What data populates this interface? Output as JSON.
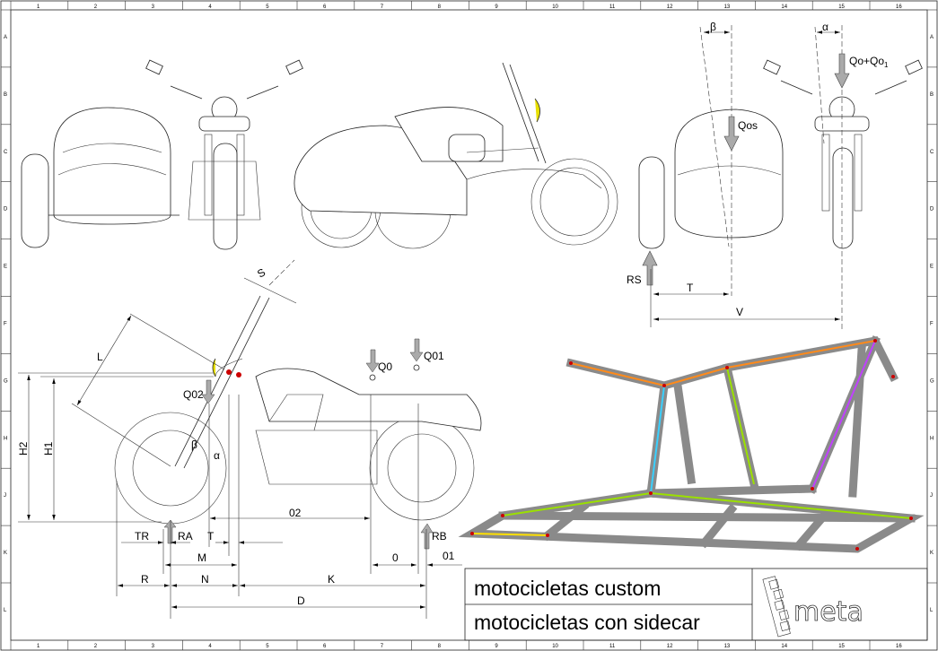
{
  "title_block": {
    "line1": "motocicletas custom",
    "line2": "motocicletas con sidecar",
    "logo_text": "meta"
  },
  "grid": {
    "columns": [
      "1",
      "2",
      "3",
      "4",
      "5",
      "6",
      "7",
      "8",
      "9",
      "10",
      "11",
      "12",
      "13",
      "14",
      "15",
      "16"
    ],
    "rows": [
      "A",
      "B",
      "C",
      "D",
      "E",
      "F",
      "G",
      "H",
      "J",
      "K",
      "L"
    ]
  },
  "front_view_labels": {
    "beta": "β",
    "alpha": "α",
    "qo_qo1": "Qo+Qo",
    "qo_qo1_sub": "1",
    "qos": "Qos",
    "rs": "RS",
    "t": "T",
    "v": "V"
  },
  "side_view_labels": {
    "s": "S",
    "l": "L",
    "q0": "Q0",
    "q01": "Q01",
    "q02": "Q02",
    "h2": "H2",
    "h1": "H1",
    "beta": "β",
    "alpha": "α",
    "o2": "02",
    "tr": "TR",
    "ra": "RA",
    "t": "T",
    "rb": "RB",
    "m": "M",
    "o": "0",
    "o1": "01",
    "r": "R",
    "n": "N",
    "k": "K",
    "d": "D"
  },
  "colors": {
    "frame_gray": "#8a8a8a",
    "headlight_yellow": "#e8e000",
    "node_red": "#cc0000",
    "force_arrow_gray": "#aaaaaa"
  }
}
